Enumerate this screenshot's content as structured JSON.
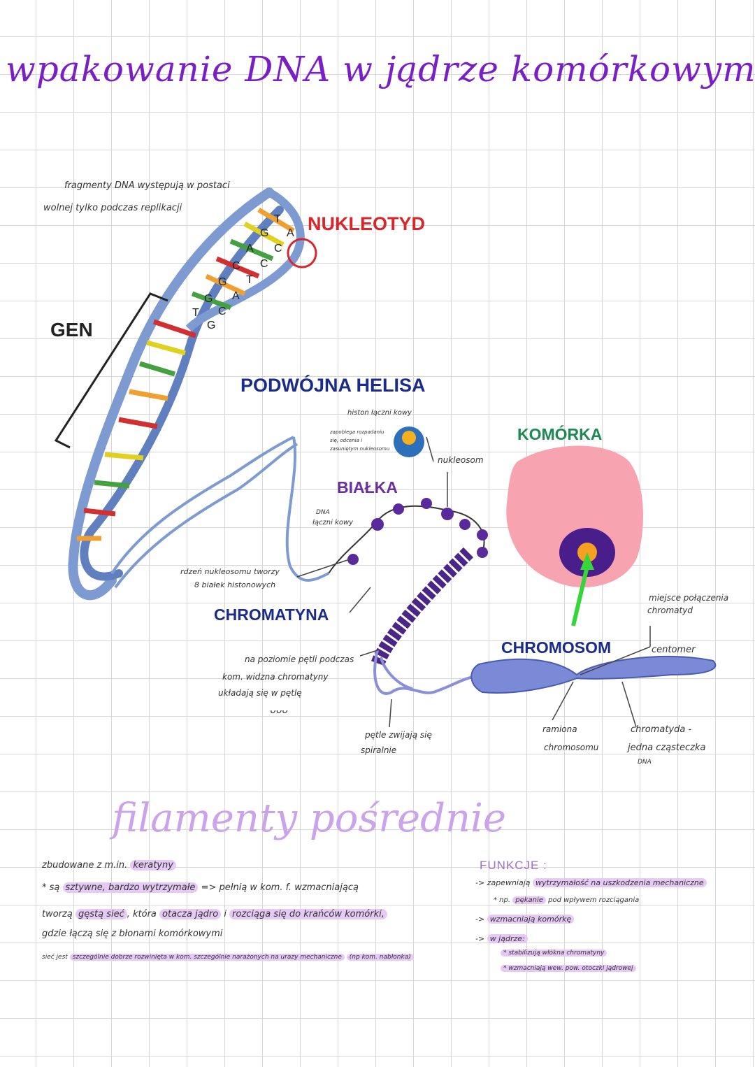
{
  "title": "wpakowanie DNA w jądrze komórkowym",
  "labels": {
    "nukleotyd": "NUKLEOTYD",
    "gen": "GEN",
    "podwojna_helisa": "PODWÓJNA HELISA",
    "bialka": "BIAŁKA",
    "komorka": "KOMÓRKA",
    "chromatyna": "CHROMATYNA",
    "chromosom": "CHROMOSOM"
  },
  "notes": {
    "fragmenty_1": "fragmenty DNA występują w postaci",
    "fragmenty_2": "wolnej tylko podczas replikacji",
    "histon_1": "histon łączni kowy",
    "histon_2": "zapobiega rozpadaniu",
    "histon_3": "się, odcenia i",
    "histon_4": "zasuniętym nukleosomu",
    "nukleosom": "nukleosom",
    "dna_laczni_1": "DNA",
    "dna_laczni_2": "łączni kowy",
    "rdzen_1": "rdzeń nukleosomu tworzy",
    "rdzen_2": "8 białek histonowych",
    "petle_1": "na poziomie pętli podczas",
    "petle_2": "kom. widzna chromatyny",
    "petle_3": "układają się w pętlę",
    "petle_4": "ᴗᴗᴗ",
    "spiral_1": "pętle zwijają się",
    "spiral_2": "spiralnie",
    "miejsce_1": "miejsce połączenia",
    "miejsce_2": "chromatyd",
    "centromer": "centomer",
    "ramiona_1": "ramiona",
    "ramiona_2": "chromosomu",
    "chromatyda_1": "chromatyda -",
    "chromatyda_2": "jedna cząsteczka",
    "chromatyda_3": "DNA"
  },
  "dna_letters": [
    "T",
    "A",
    "G",
    "C",
    "A",
    "C",
    "C",
    "T",
    "G",
    "A",
    "G",
    "C",
    "T",
    "G"
  ],
  "filamenty": {
    "title": "filamenty pośrednie",
    "l1a": "zbudowane z m.in.",
    "l1b": "keratyny",
    "l2a": "* są",
    "l2b": "sztywne, bardzo wytrzymałe",
    "l2c": "=> pełnią w kom. f. wzmacniającą",
    "l3a": "tworzą",
    "l3b": "gęstą sieć",
    "l3c": ", która",
    "l3d": "otacza jądro",
    "l3e": "i",
    "l3f": "rozciąga się do krańców komórki,",
    "l4a": "gdzie łączą się z błonami komórkowymi",
    "l5a": "sieć jest",
    "l5b": "szczególnie dobrze rozwinięta w kom. szczególnie narażonych na urazy mechaniczne",
    "l5c": "(np kom. nabłonka)"
  },
  "funkcje": {
    "title": "FUNKCJE :",
    "f1a": "-> zapewniają",
    "f1b": "wytrzymałość na uszkodzenia mechaniczne",
    "f1c": "* np.",
    "f1d": "pękanie",
    "f1e": "pod wpływem rozciągania",
    "f2a": "->",
    "f2b": "wzmacniają komórkę",
    "f3a": "->",
    "f3b": "w jądrze:",
    "f3c": "* stabilizują włókna chromatyny",
    "f3d": "* wzmacniają wew. pow. otoczki jądrowej"
  },
  "colors": {
    "title": "#7a1fc4",
    "highlight": "#e6c9f5",
    "helix_blue": "#7d9bd1",
    "nucleosome": "#5a2a9a",
    "cell": "#f7a4b0",
    "nucleus": "#4a1e8a",
    "chromosome": "#7a8ad6",
    "arrow": "#36d63a",
    "red_label": "#d9262c",
    "navy_label": "#1a2b8a",
    "purple_label": "#6a2fa0",
    "green_label": "#1d8a55"
  }
}
